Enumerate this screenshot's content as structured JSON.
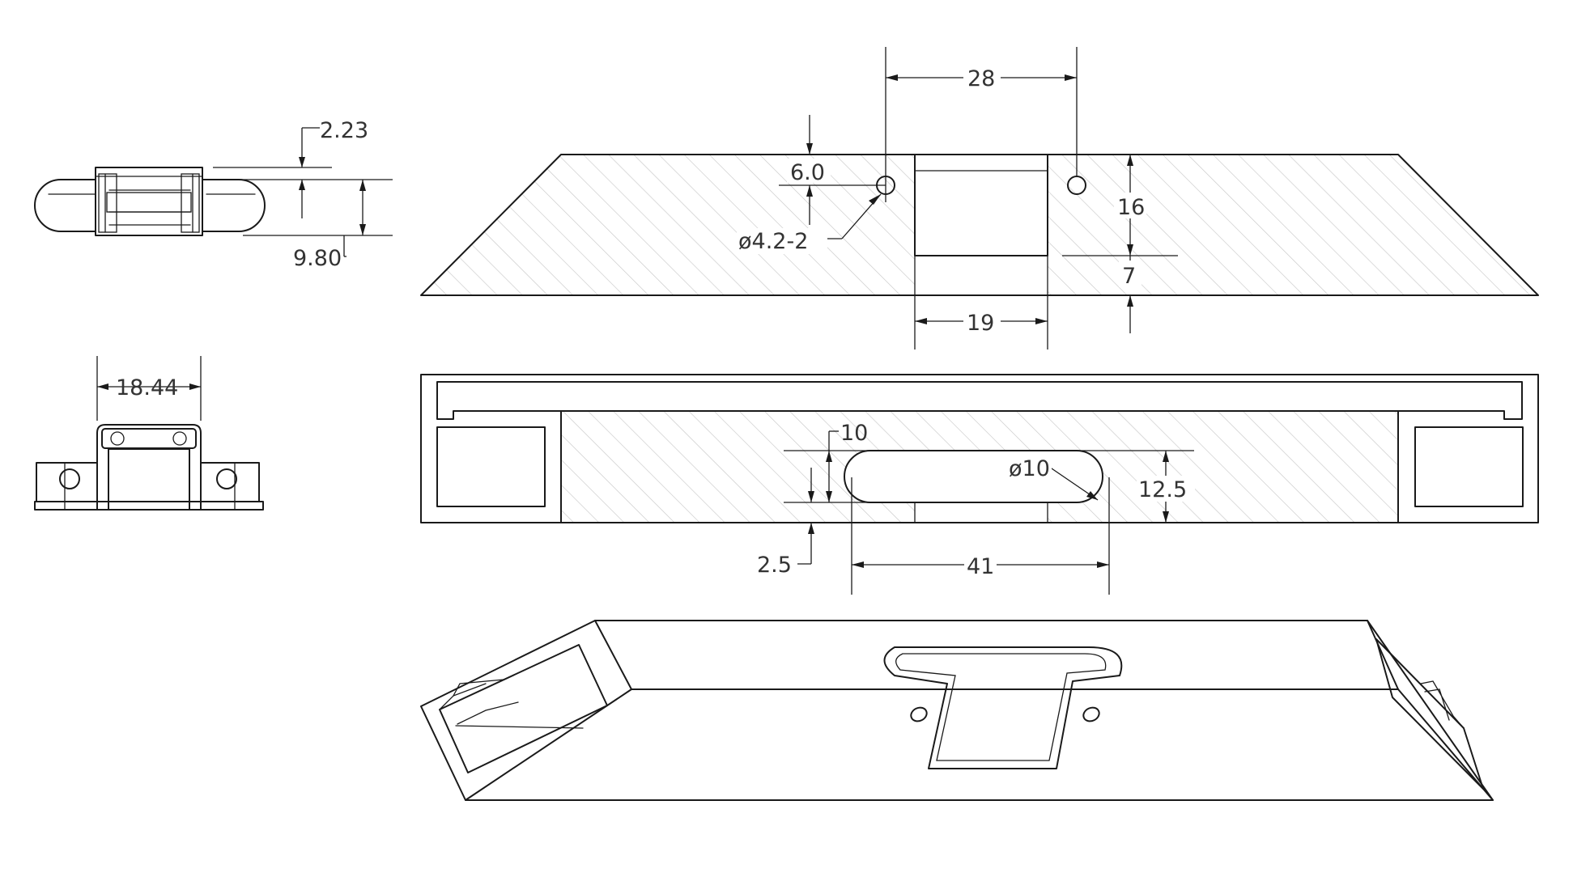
{
  "dimensions": {
    "d_2_23": "2.23",
    "d_9_80": "9.80",
    "d_18_44": "18.44",
    "d_28": "28",
    "d_6_0": "6.0",
    "d_hole": "ø4.2-2",
    "d_16": "16",
    "d_7": "7",
    "d_19": "19",
    "d_10": "10",
    "d_slot": "ø10",
    "d_12_5": "12.5",
    "d_2_5": "2.5",
    "d_41": "41"
  },
  "colors": {
    "line": "#1a1a1a",
    "hatch": "#c8c8c8",
    "text": "#333333",
    "background": "#ffffff"
  }
}
